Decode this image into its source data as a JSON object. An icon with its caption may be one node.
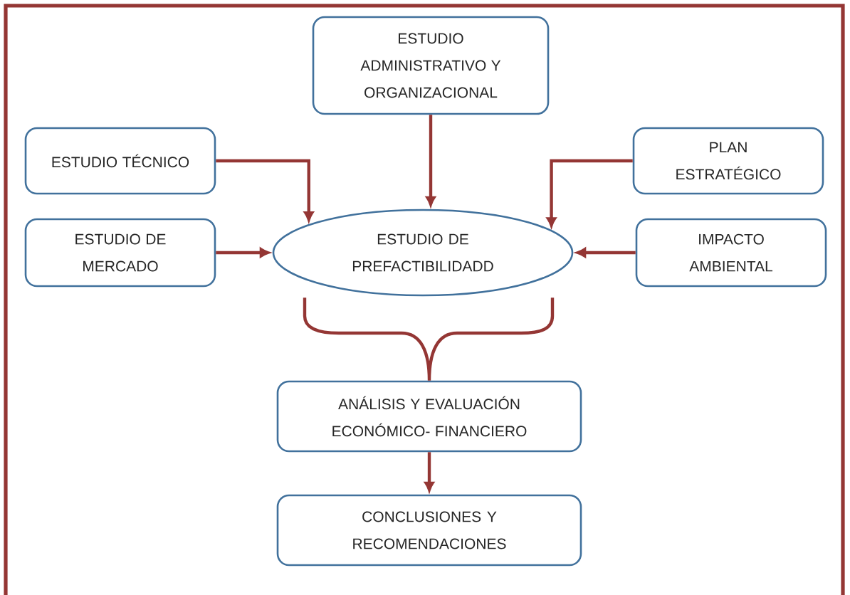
{
  "diagram": {
    "nodes": [
      {
        "text": [
          "ESTUDIO ADMINISTRATIVO Y ORGANIZACIONAL"
        ]
      },
      {
        "text": [
          "ESTUDIO TÉCNICO"
        ]
      },
      {
        "text": [
          "PLAN ESTRATÉGICO"
        ]
      },
      {
        "text": [
          "ESTUDIO DE MERCADO"
        ]
      },
      {
        "text": [
          "ESTUDIO DE PREFACTIBILIDADD"
        ]
      },
      {
        "text": [
          "IMPACTO AMBIENTAL"
        ]
      },
      {
        "text": [
          "ANÁLISIS Y EVALUACIÓN ECONÓMICO- FINANCIERO"
        ]
      },
      {
        "text": [
          "CONCLUSIONES Y RECOMENDACIONES"
        ]
      }
    ],
    "edges": [
      {
        "from": 0,
        "to": 4,
        "arrow": "to"
      },
      {
        "from": 1,
        "to": 4,
        "arrow": "to"
      },
      {
        "from": 2,
        "to": 4,
        "arrow": "to"
      },
      {
        "from": 3,
        "to": 4,
        "arrow": "to"
      },
      {
        "from": 5,
        "to": 4,
        "arrow": "to"
      },
      {
        "from": 4,
        "to": 6,
        "arrow": "none"
      },
      {
        "from": 6,
        "to": 7,
        "arrow": "to"
      }
    ]
  }
}
